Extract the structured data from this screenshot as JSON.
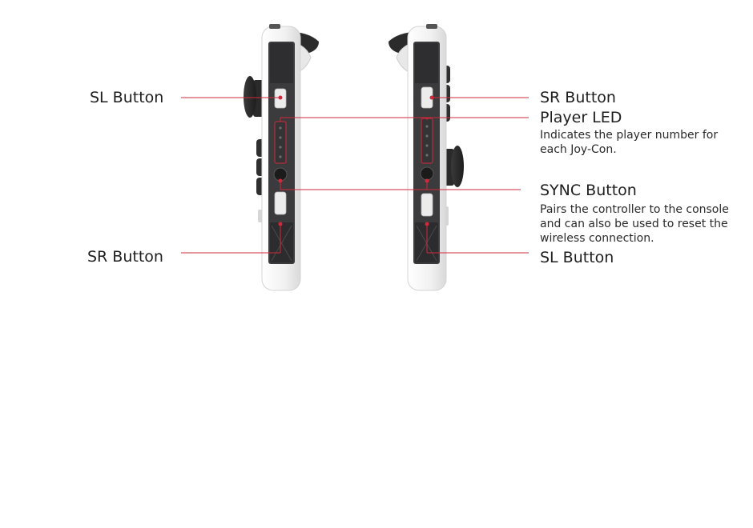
{
  "colors": {
    "callout_line": "#d2283c",
    "body": "#f2f2f2",
    "rail": "#3a3a3c",
    "button": "#e9e9e9"
  },
  "callouts": {
    "left_sl": {
      "label": "SL Button"
    },
    "left_sr": {
      "label": "SR Button"
    },
    "right_sr": {
      "label": "SR Button"
    },
    "player_led": {
      "label": "Player LED",
      "description": "Indicates the player number for each Joy-Con."
    },
    "sync": {
      "label": "SYNC Button",
      "description": "Pairs the controller to the console and can also be used to reset the wireless connection."
    },
    "right_sl": {
      "label": "SL Button"
    }
  }
}
